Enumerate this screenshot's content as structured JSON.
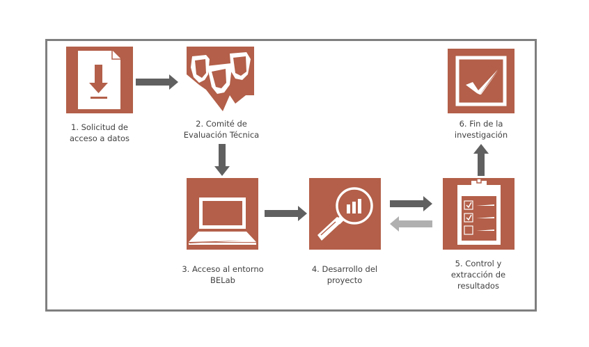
{
  "diagram": {
    "type": "process-flow",
    "accent_color": "#b35f49",
    "arrow_color_dark": "#606060",
    "arrow_color_light": "#b0b0b0",
    "frame_color": "#7f7f7f",
    "steps": [
      {
        "id": "1",
        "label": "1. Solicitud de\nacceso a datos",
        "icon": "download-document-icon"
      },
      {
        "id": "2",
        "label": "2. Comité de\nEvaluación Técnica",
        "icon": "committee-people-icon"
      },
      {
        "id": "3",
        "label": "3. Acceso al entorno\nBELab",
        "icon": "laptop-icon"
      },
      {
        "id": "4",
        "label": "4. Desarrollo del\nproyecto",
        "icon": "magnifier-chart-icon"
      },
      {
        "id": "5",
        "label": "5. Control y\nextracción de\nresultados",
        "icon": "clipboard-checklist-icon"
      },
      {
        "id": "6",
        "label": "6. Fin de la\ninvestigación",
        "icon": "checkbox-checked-icon"
      }
    ],
    "connections": [
      {
        "from": "1",
        "to": "2",
        "direction": "right",
        "style": "dark"
      },
      {
        "from": "2",
        "to": "3",
        "direction": "down",
        "style": "dark"
      },
      {
        "from": "3",
        "to": "4",
        "direction": "right",
        "style": "dark"
      },
      {
        "from": "4",
        "to": "5",
        "direction": "right",
        "style": "dark"
      },
      {
        "from": "5",
        "to": "4",
        "direction": "left",
        "style": "light"
      },
      {
        "from": "5",
        "to": "6",
        "direction": "up",
        "style": "dark"
      }
    ]
  }
}
